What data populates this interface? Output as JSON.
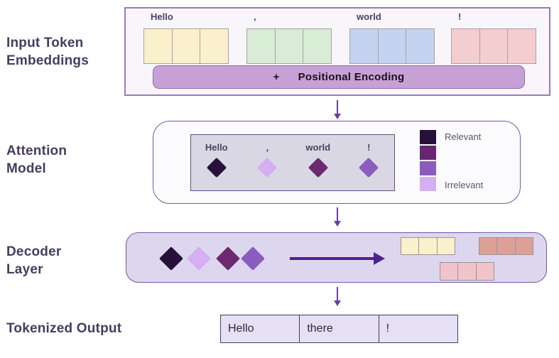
{
  "titles": {
    "input": "Input Token Embeddings",
    "attention": "Attention Model",
    "decoder": "Decoder Layer",
    "output": "Tokenized Output"
  },
  "input_section": {
    "tokens": [
      {
        "label": "Hello",
        "fill": "#fbf0cc"
      },
      {
        "label": ",",
        "fill": "#d9ecd6"
      },
      {
        "label": "world",
        "fill": "#c3d3f0"
      },
      {
        "label": "!",
        "fill": "#f3cdd0"
      }
    ],
    "cells_per_token": 3,
    "pos_encoding": {
      "plus": "+",
      "label": "Positional Encoding",
      "fill": "#c7a0d6"
    }
  },
  "attention_section": {
    "tokens": [
      {
        "label": "Hello",
        "diamond_color": "#261139"
      },
      {
        "label": ",",
        "diamond_color": "#d6aef2"
      },
      {
        "label": "world",
        "diamond_color": "#6b2a70"
      },
      {
        "label": "!",
        "diamond_color": "#8a5cbe"
      }
    ],
    "legend": {
      "top_label": "Relevant",
      "bottom_label": "Irrelevant",
      "colors": [
        "#261139",
        "#672572",
        "#8a5cbe",
        "#d6aef2"
      ]
    }
  },
  "decoder_section": {
    "diamond_colors": [
      "#261139",
      "#d6aef2",
      "#6b2a70",
      "#8a5cbe"
    ],
    "block_fills": [
      "#fbf0cc",
      "#dda096",
      "#f0c4c9"
    ]
  },
  "output_section": {
    "cells": [
      "Hello",
      "there",
      "!"
    ]
  },
  "palette": {
    "title_text": "#473c60",
    "box_border": "#9b79bb",
    "arrow": "#6b3fa0",
    "decoder_fill": "#dcd7ee"
  }
}
